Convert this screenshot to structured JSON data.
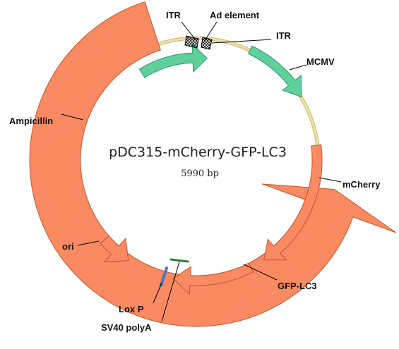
{
  "plasmid": {
    "name": "pDC315-mCherry-GFP-LC3",
    "size_label": "5990 bp"
  },
  "features": {
    "itr_left": "ITR",
    "ad_element": "Ad element",
    "itr_right": "ITR",
    "mcmv": "MCMV",
    "mcherry": "mCherry",
    "gfp_lc3": "GFP-LC3",
    "sv40_polya": "SV40 polyA",
    "lox_p": "Lox P",
    "ori": "ori",
    "ampicillin": "Ampicillin"
  },
  "colors": {
    "backbone": "#f0e2a6",
    "backbone_edge": "#c8b46e",
    "orange_feature": "#f98a61",
    "green_feature": "#5fcf9b",
    "lox_p": "#4a78c0",
    "sv40_polya": "#2e7d32"
  }
}
